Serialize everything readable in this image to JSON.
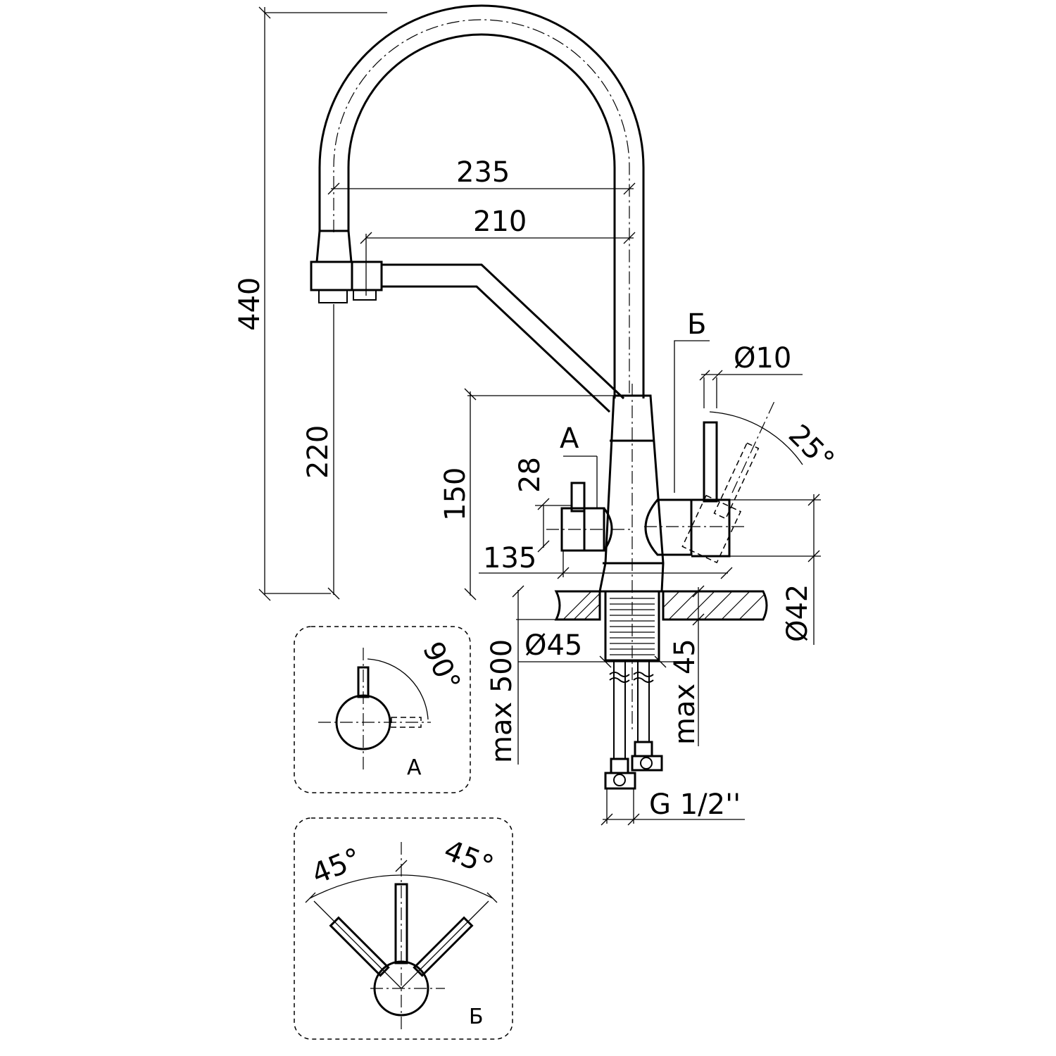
{
  "dimensions": {
    "total_height": "440",
    "spout_height": "220",
    "spout_reach": "235",
    "spout_reach_inner": "210",
    "body_height": "150",
    "handle_a_height": "28",
    "handle_a_offset": "135",
    "hose_diameter": "Ø10",
    "lever_tilt": "25°",
    "body_diameter": "Ø42",
    "hole_diameter": "Ø45",
    "hose_length": "max 500",
    "counter_thickness": "max 45",
    "thread": "G 1/2''"
  },
  "labels": {
    "handle_a": "A",
    "handle_b": "Б"
  },
  "view_a": {
    "angle": "90°",
    "label": "A"
  },
  "view_b": {
    "angle_left": "45°",
    "angle_right": "45°",
    "label": "Б"
  }
}
